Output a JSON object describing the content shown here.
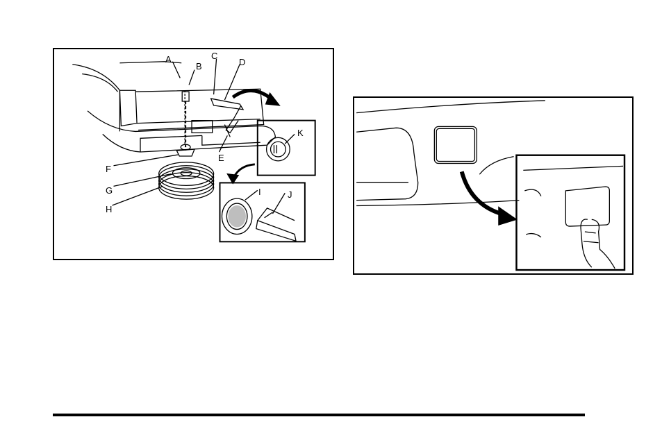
{
  "figure_left": {
    "labels": {
      "a": "A",
      "b": "B",
      "c": "C",
      "d": "D",
      "e": "E",
      "f": "F",
      "g": "G",
      "h": "H",
      "i": "I",
      "j": "J",
      "k": "K"
    }
  },
  "figure_right": {
    "icons": [
      "hand-icon",
      "curved-arrow-icon",
      "access-panel-icon"
    ]
  }
}
